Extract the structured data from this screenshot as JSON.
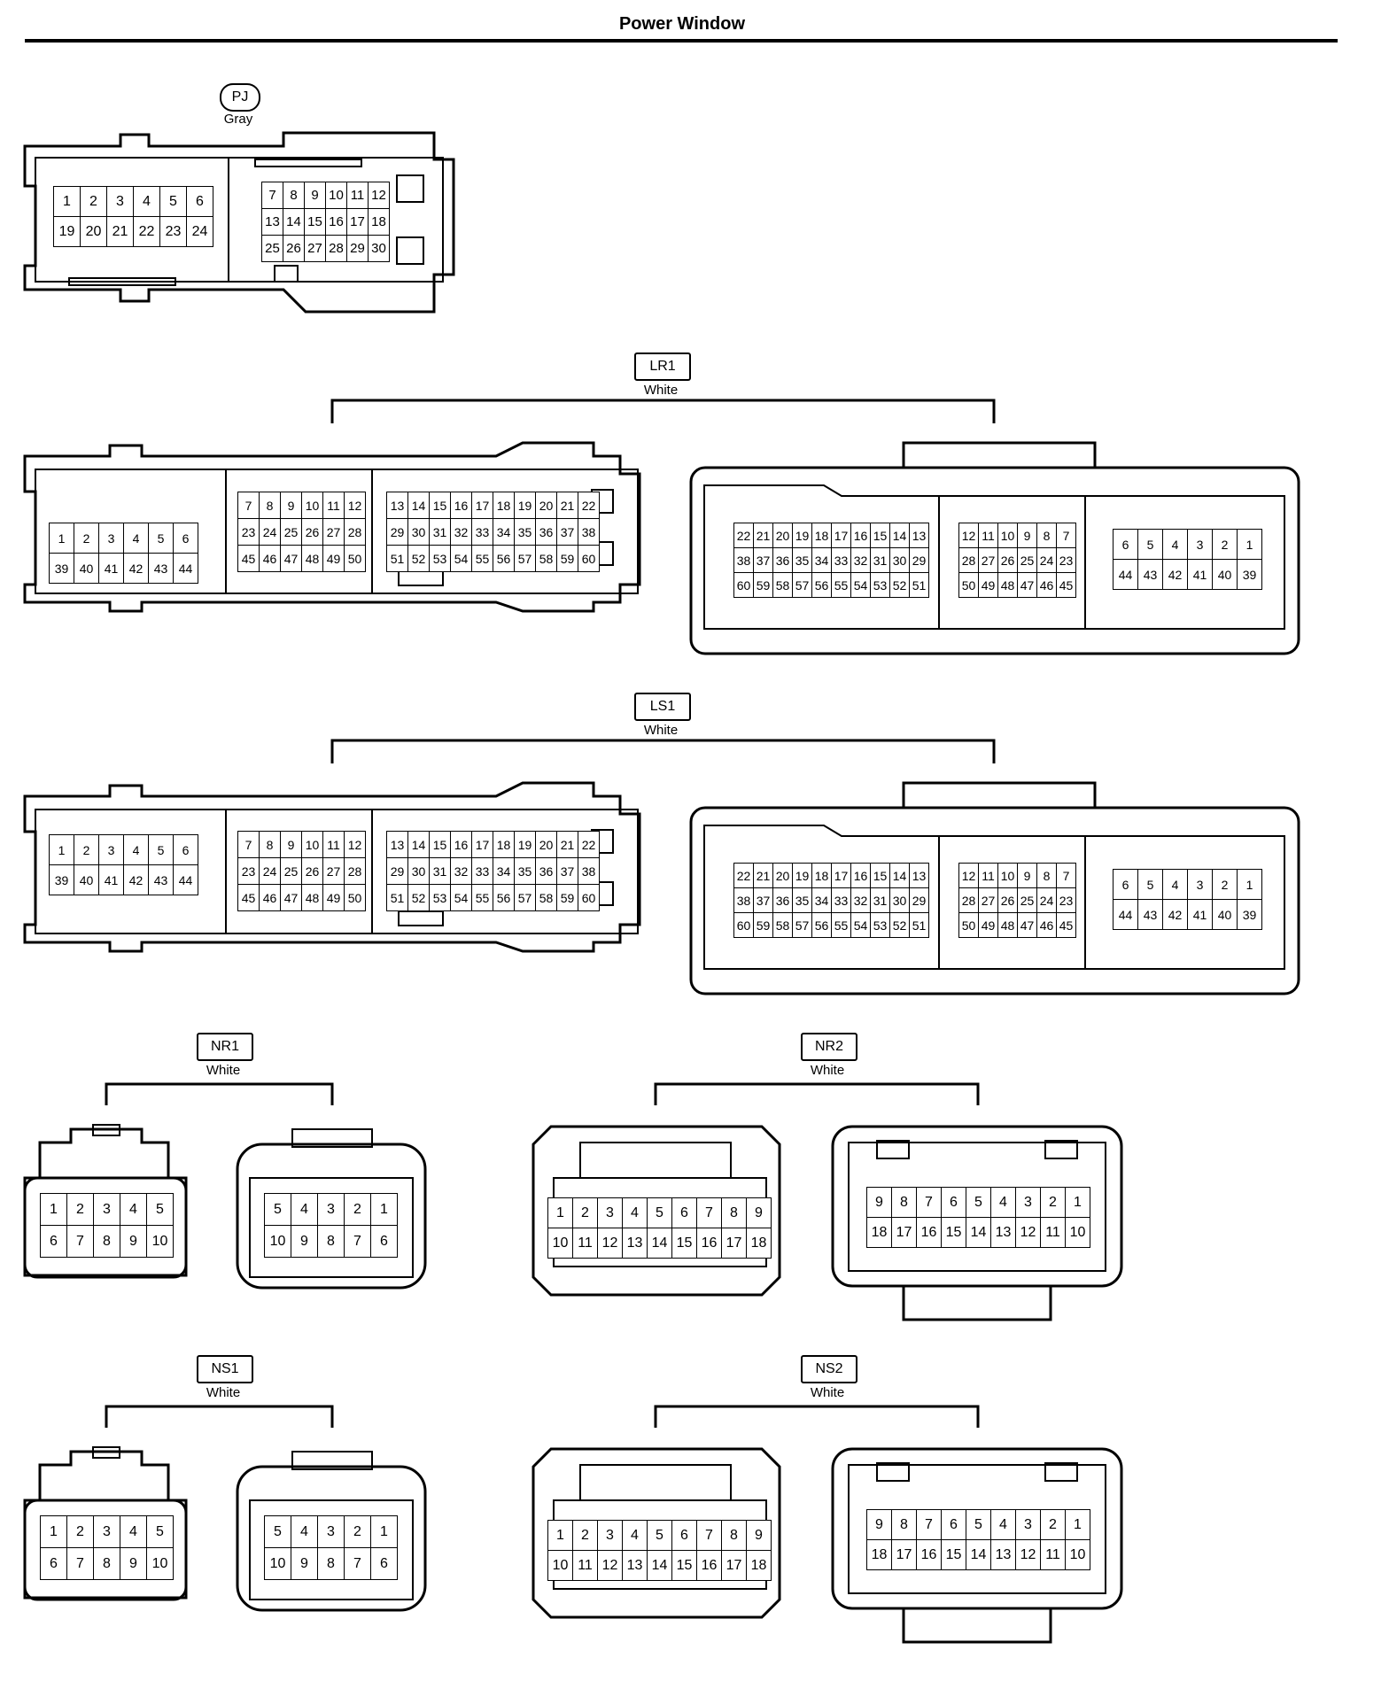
{
  "page": {
    "title": "Power Window"
  },
  "connectors": [
    {
      "id": "PJ",
      "color": "Gray",
      "blocks": [
        {
          "rows": [
            [
              "1",
              "2",
              "3",
              "4",
              "5",
              "6"
            ],
            [
              "19",
              "20",
              "21",
              "22",
              "23",
              "24"
            ]
          ]
        },
        {
          "rows": [
            [
              "7",
              "8",
              "9",
              "10",
              "11",
              "12"
            ],
            [
              "13",
              "14",
              "15",
              "16",
              "17",
              "18"
            ],
            [
              "25",
              "26",
              "27",
              "28",
              "29",
              "30"
            ]
          ]
        }
      ]
    },
    {
      "id": "LR1",
      "color": "White",
      "left_blocks": [
        {
          "rows": [
            [
              "1",
              "2",
              "3",
              "4",
              "5",
              "6"
            ],
            [
              "39",
              "40",
              "41",
              "42",
              "43",
              "44"
            ]
          ]
        },
        {
          "rows": [
            [
              "7",
              "8",
              "9",
              "10",
              "11",
              "12"
            ],
            [
              "23",
              "24",
              "25",
              "26",
              "27",
              "28"
            ],
            [
              "45",
              "46",
              "47",
              "48",
              "49",
              "50"
            ]
          ]
        },
        {
          "rows": [
            [
              "13",
              "14",
              "15",
              "16",
              "17",
              "18",
              "19",
              "20",
              "21",
              "22"
            ],
            [
              "29",
              "30",
              "31",
              "32",
              "33",
              "34",
              "35",
              "36",
              "37",
              "38"
            ],
            [
              "51",
              "52",
              "53",
              "54",
              "55",
              "56",
              "57",
              "58",
              "59",
              "60"
            ]
          ]
        }
      ],
      "right_blocks": [
        {
          "rows": [
            [
              "22",
              "21",
              "20",
              "19",
              "18",
              "17",
              "16",
              "15",
              "14",
              "13"
            ],
            [
              "38",
              "37",
              "36",
              "35",
              "34",
              "33",
              "32",
              "31",
              "30",
              "29"
            ],
            [
              "60",
              "59",
              "58",
              "57",
              "56",
              "55",
              "54",
              "53",
              "52",
              "51"
            ]
          ]
        },
        {
          "rows": [
            [
              "12",
              "11",
              "10",
              "9",
              "8",
              "7"
            ],
            [
              "28",
              "27",
              "26",
              "25",
              "24",
              "23"
            ],
            [
              "50",
              "49",
              "48",
              "47",
              "46",
              "45"
            ]
          ]
        },
        {
          "rows": [
            [
              "6",
              "5",
              "4",
              "3",
              "2",
              "1"
            ],
            [
              "44",
              "43",
              "42",
              "41",
              "40",
              "39"
            ]
          ]
        }
      ]
    },
    {
      "id": "LS1",
      "color": "White",
      "left_blocks": [
        {
          "rows": [
            [
              "1",
              "2",
              "3",
              "4",
              "5",
              "6"
            ],
            [
              "39",
              "40",
              "41",
              "42",
              "43",
              "44"
            ]
          ]
        },
        {
          "rows": [
            [
              "7",
              "8",
              "9",
              "10",
              "11",
              "12"
            ],
            [
              "23",
              "24",
              "25",
              "26",
              "27",
              "28"
            ],
            [
              "45",
              "46",
              "47",
              "48",
              "49",
              "50"
            ]
          ]
        },
        {
          "rows": [
            [
              "13",
              "14",
              "15",
              "16",
              "17",
              "18",
              "19",
              "20",
              "21",
              "22"
            ],
            [
              "29",
              "30",
              "31",
              "32",
              "33",
              "34",
              "35",
              "36",
              "37",
              "38"
            ],
            [
              "51",
              "52",
              "53",
              "54",
              "55",
              "56",
              "57",
              "58",
              "59",
              "60"
            ]
          ]
        }
      ],
      "right_blocks": [
        {
          "rows": [
            [
              "22",
              "21",
              "20",
              "19",
              "18",
              "17",
              "16",
              "15",
              "14",
              "13"
            ],
            [
              "38",
              "37",
              "36",
              "35",
              "34",
              "33",
              "32",
              "31",
              "30",
              "29"
            ],
            [
              "60",
              "59",
              "58",
              "57",
              "56",
              "55",
              "54",
              "53",
              "52",
              "51"
            ]
          ]
        },
        {
          "rows": [
            [
              "12",
              "11",
              "10",
              "9",
              "8",
              "7"
            ],
            [
              "28",
              "27",
              "26",
              "25",
              "24",
              "23"
            ],
            [
              "50",
              "49",
              "48",
              "47",
              "46",
              "45"
            ]
          ]
        },
        {
          "rows": [
            [
              "6",
              "5",
              "4",
              "3",
              "2",
              "1"
            ],
            [
              "44",
              "43",
              "42",
              "41",
              "40",
              "39"
            ]
          ]
        }
      ]
    },
    {
      "id": "NR1",
      "color": "White",
      "left_rows": [
        [
          "1",
          "2",
          "3",
          "4",
          "5"
        ],
        [
          "6",
          "7",
          "8",
          "9",
          "10"
        ]
      ],
      "right_rows": [
        [
          "5",
          "4",
          "3",
          "2",
          "1"
        ],
        [
          "10",
          "9",
          "8",
          "7",
          "6"
        ]
      ]
    },
    {
      "id": "NR2",
      "color": "White",
      "left_rows": [
        [
          "1",
          "2",
          "3",
          "4",
          "5",
          "6",
          "7",
          "8",
          "9"
        ],
        [
          "10",
          "11",
          "12",
          "13",
          "14",
          "15",
          "16",
          "17",
          "18"
        ]
      ],
      "right_rows": [
        [
          "9",
          "8",
          "7",
          "6",
          "5",
          "4",
          "3",
          "2",
          "1"
        ],
        [
          "18",
          "17",
          "16",
          "15",
          "14",
          "13",
          "12",
          "11",
          "10"
        ]
      ]
    },
    {
      "id": "NS1",
      "color": "White",
      "left_rows": [
        [
          "1",
          "2",
          "3",
          "4",
          "5"
        ],
        [
          "6",
          "7",
          "8",
          "9",
          "10"
        ]
      ],
      "right_rows": [
        [
          "5",
          "4",
          "3",
          "2",
          "1"
        ],
        [
          "10",
          "9",
          "8",
          "7",
          "6"
        ]
      ]
    },
    {
      "id": "NS2",
      "color": "White",
      "left_rows": [
        [
          "1",
          "2",
          "3",
          "4",
          "5",
          "6",
          "7",
          "8",
          "9"
        ],
        [
          "10",
          "11",
          "12",
          "13",
          "14",
          "15",
          "16",
          "17",
          "18"
        ]
      ],
      "right_rows": [
        [
          "9",
          "8",
          "7",
          "6",
          "5",
          "4",
          "3",
          "2",
          "1"
        ],
        [
          "18",
          "17",
          "16",
          "15",
          "14",
          "13",
          "12",
          "11",
          "10"
        ]
      ]
    }
  ]
}
